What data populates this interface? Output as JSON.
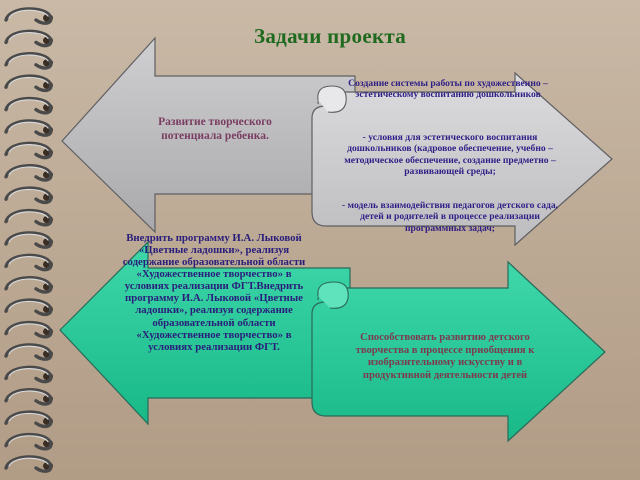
{
  "slide": {
    "title": "Задачи проекта"
  },
  "arrows": {
    "left_top": {
      "text": "Развитие творческого потенциала ребенка.",
      "color": "#b2b2b4"
    },
    "right_top": {
      "heading": "Создание системы работы по художественно – эстетическому воспитанию дошкольников",
      "item1": "- условия для эстетического воспитания дошкольников (кадровое обеспечение, учебно – методическое обеспечение, создание предметно – развивающей среды;",
      "item2": "- модель взаимодействия педагогов детского сада, детей и родителей в процессе реализации программных задач;",
      "color": "#c4c4c6"
    },
    "left_bottom": {
      "text": "Внедрить программу И.А. Лыковой «Цветные ладошки», реализуя содержание образовательной области «Художественное творчество» в условиях реализации ФГТ.Внедрить программу И.А. Лыковой «Цветные ладошки», реализуя содержание образовательной области «Художественное творчество» в условиях реализации ФГТ.",
      "color": "#27c79a"
    },
    "right_bottom": {
      "text": "Способствовать развитию детского творчества в процессе приобщения к изобразительному искусству и в продуктивной деятельности детей",
      "color": "#25c99b"
    }
  }
}
